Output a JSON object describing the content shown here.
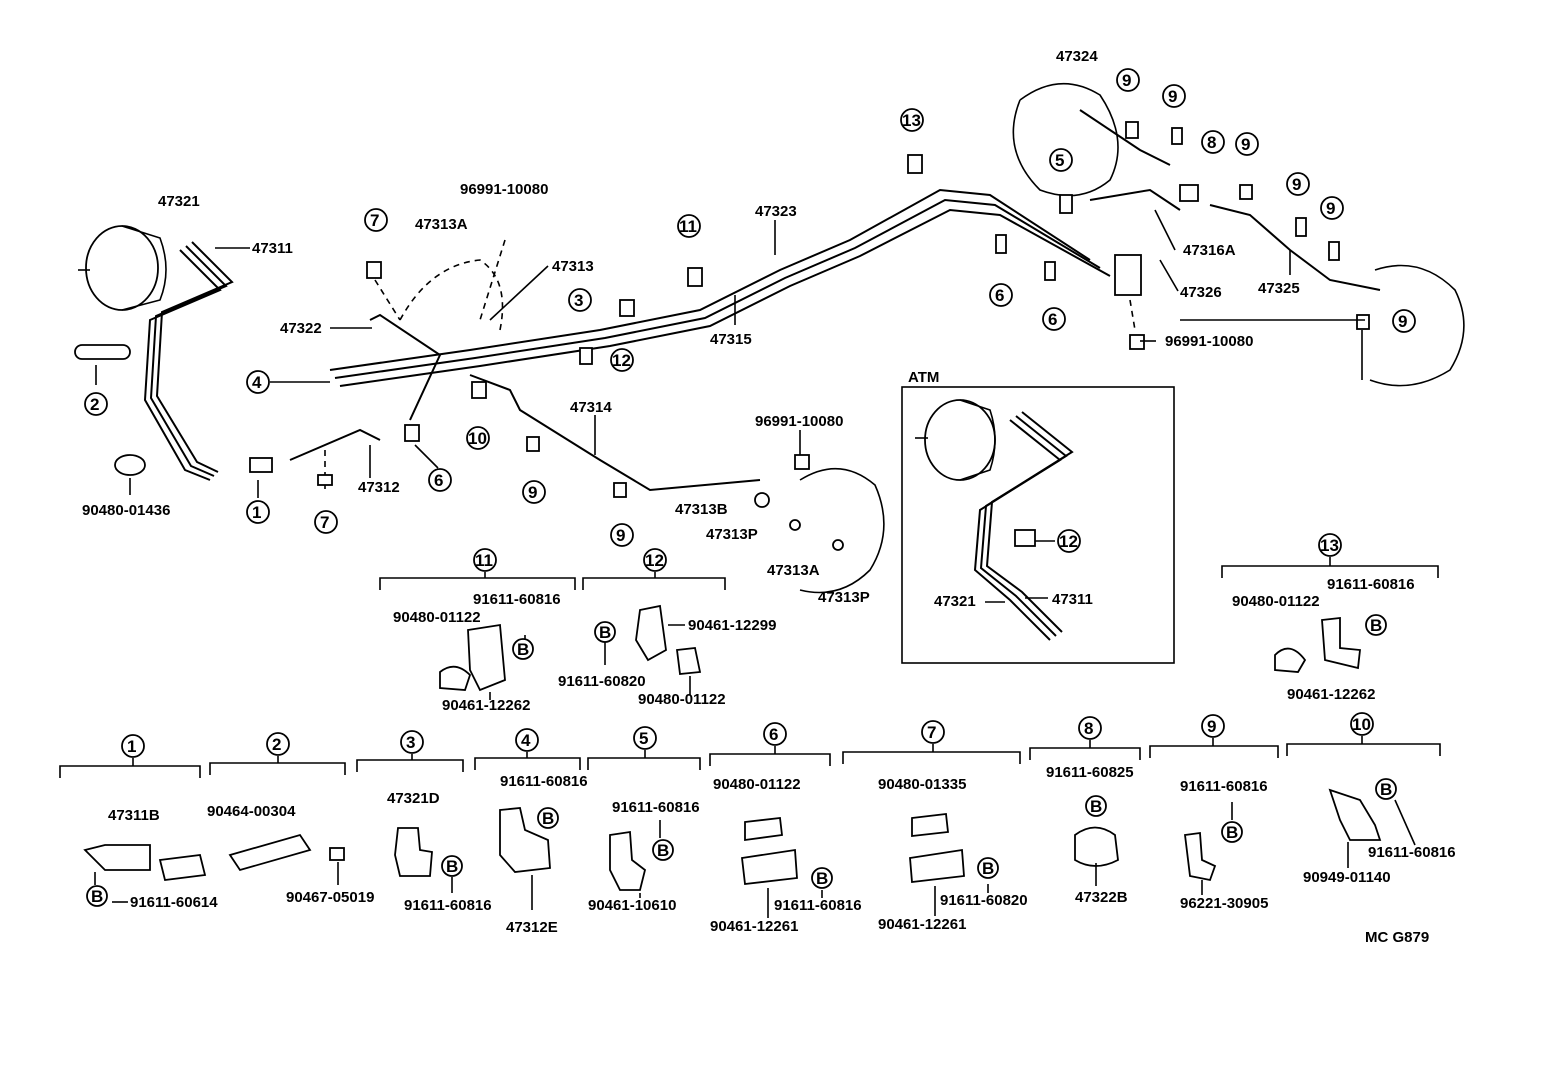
{
  "diagram": {
    "part_labels": {
      "p47321": "47321",
      "p47311": "47311",
      "p47322": "47322",
      "p47313A": "47313A",
      "p96991_1": "96991-10080",
      "p47313": "47313",
      "p47323": "47323",
      "p47315": "47315",
      "p47324": "47324",
      "p47316A": "47316A",
      "p47326": "47326",
      "p47325": "47325",
      "p96991_2": "96991-10080",
      "p47314": "47314",
      "p96991_3": "96991-10080",
      "p47313B": "47313B",
      "p47313P": "47313P",
      "p47313A_b": "47313A",
      "p47313P_b": "47313P",
      "p47312": "47312",
      "p90480_01436": "90480-01436",
      "atm_title": "ATM",
      "atm_47321": "47321",
      "atm_47311": "47311",
      "g11_a": "91611-60816",
      "g11_b": "90480-01122",
      "g11_c": "90461-12262",
      "g12_a": "90461-12299",
      "g12_b": "91611-60820",
      "g12_c": "90480-01122",
      "g13_a": "91611-60816",
      "g13_b": "90480-01122",
      "g13_c": "90461-12262",
      "g1_a": "47311B",
      "g1_b": "91611-60614",
      "g2_a": "90464-00304",
      "g2_b": "90467-05019",
      "g3_a": "47321D",
      "g3_b": "91611-60816",
      "g4_a": "91611-60816",
      "g4_b": "47312E",
      "g5_a": "91611-60816",
      "g5_b": "90461-10610",
      "g6_a": "90480-01122",
      "g6_b": "91611-60816",
      "g6_c": "90461-12261",
      "g7_a": "90480-01335",
      "g7_b": "91611-60820",
      "g7_c": "90461-12261",
      "g8_a": "91611-60825",
      "g8_b": "47322B",
      "g9_a": "91611-60816",
      "g9_b": "96221-30905",
      "g10_a": "91611-60816",
      "g10_b": "90949-01140",
      "code": "MC G879"
    },
    "callouts": {
      "n1": "1",
      "n2": "2",
      "n3": "3",
      "n4": "4",
      "n5": "5",
      "n6": "6",
      "n7": "7",
      "n8": "8",
      "n9": "9",
      "n10": "10",
      "n11": "11",
      "n12": "12",
      "n13": "13",
      "bolt": "B"
    }
  }
}
